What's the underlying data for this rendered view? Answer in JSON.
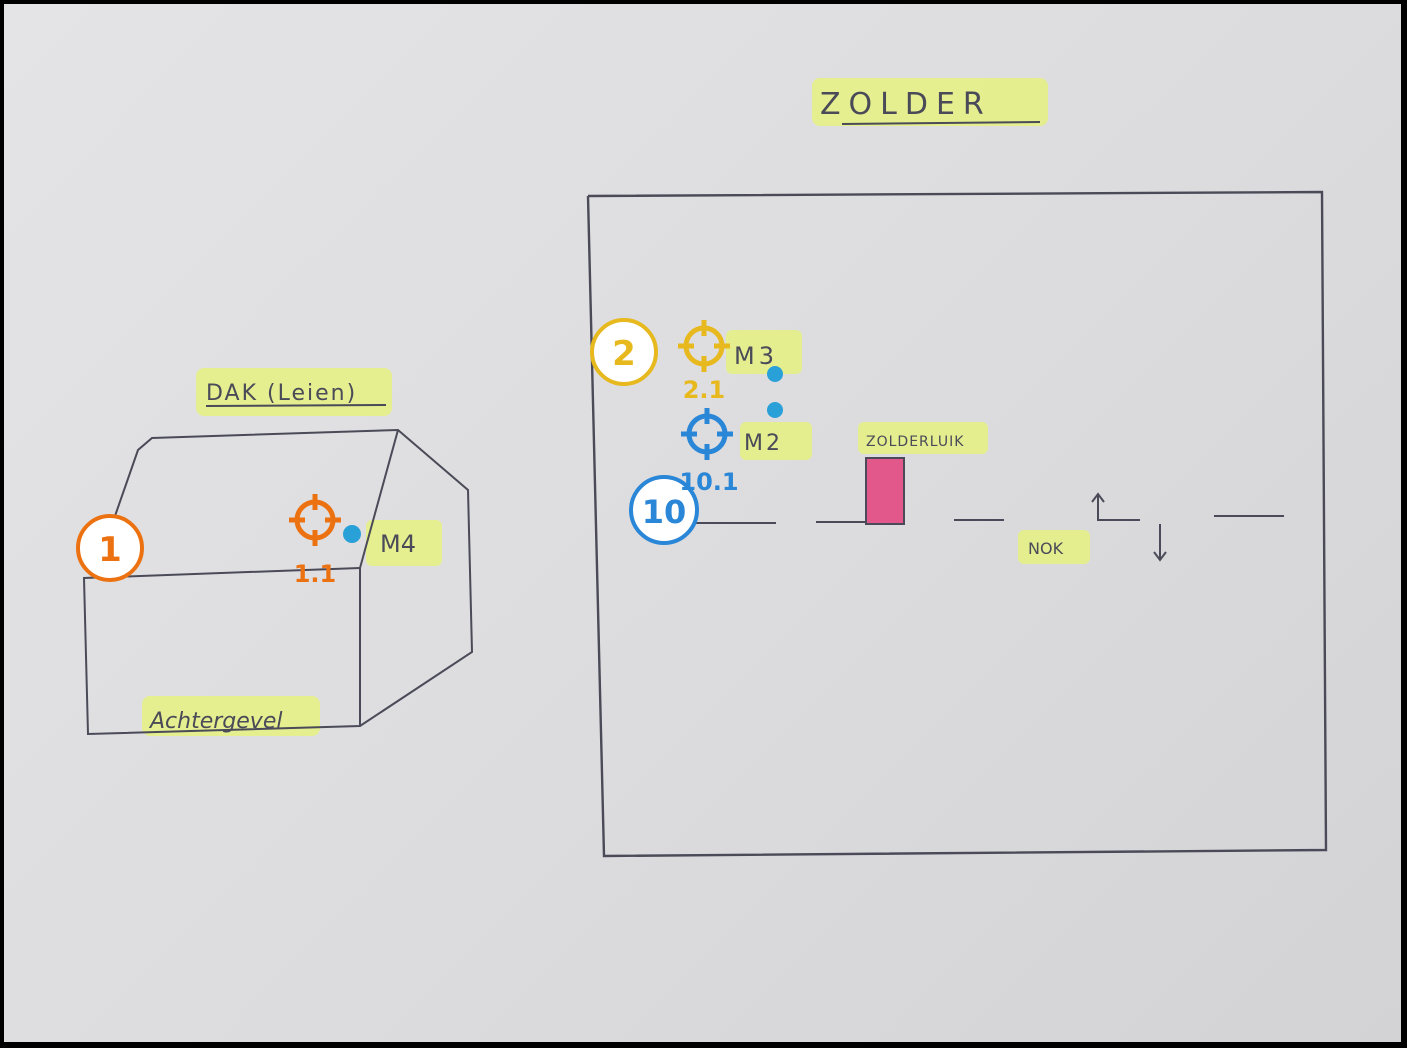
{
  "sketch": {
    "title_zolder": "ZOLDER",
    "title_dak": "DAK (Leien)",
    "label_achtergevel": "Achtergevel",
    "label_zolderluik": "ZOLDERLUIK",
    "label_nok": "NOK",
    "labels_m": {
      "m2": "M2",
      "m3": "M3",
      "m4": "M4"
    }
  },
  "markers": [
    {
      "id": "1",
      "sub": "1.1",
      "color": "#ec7211"
    },
    {
      "id": "2",
      "sub": "2.1",
      "color": "#e7b91e"
    },
    {
      "id": "10",
      "sub": "10.1",
      "color": "#2a86d6"
    }
  ],
  "colors": {
    "highlight": "#e6f27a",
    "ink": "#4a4a58",
    "hatch": "#e2588a",
    "dot": "#2aa0d9",
    "orange": "#ec7211",
    "yellow": "#e7b91e",
    "blue": "#2a86d6"
  }
}
